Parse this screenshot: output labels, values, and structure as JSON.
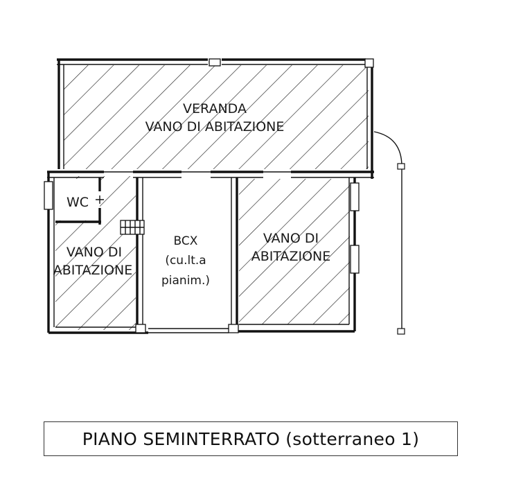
{
  "plan": {
    "rooms": {
      "veranda": {
        "line1": "VERANDA",
        "line2": "VANO DI ABITAZIONE"
      },
      "wc": {
        "label": "WC"
      },
      "left_room": {
        "line1": "VANO DI",
        "line2": "ABITAZIONE"
      },
      "bcx": {
        "line1": "BCX",
        "line2": "(cu.lt.a",
        "line3": "pianim.)"
      },
      "right_room": {
        "line1": "VANO DI",
        "line2": "ABITAZIONE"
      }
    },
    "caption": {
      "title": "PIANO SEMINTERRATO",
      "subtitle": "(sotterraneo 1)"
    }
  }
}
